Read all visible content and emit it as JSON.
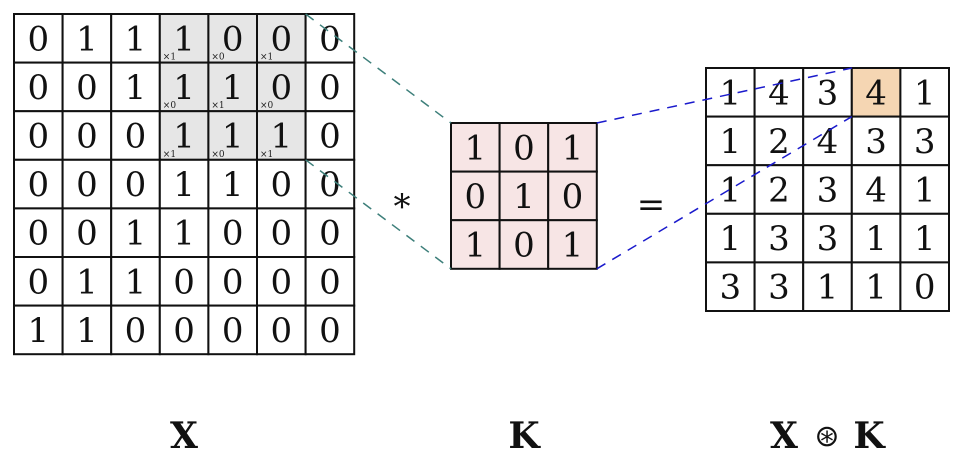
{
  "input_matrix": {
    "label": "X",
    "rows": [
      [
        0,
        1,
        1,
        1,
        0,
        0,
        0
      ],
      [
        0,
        0,
        1,
        1,
        1,
        0,
        0
      ],
      [
        0,
        0,
        0,
        1,
        1,
        1,
        0
      ],
      [
        0,
        0,
        0,
        1,
        1,
        0,
        0
      ],
      [
        0,
        0,
        1,
        1,
        0,
        0,
        0
      ],
      [
        0,
        1,
        1,
        0,
        0,
        0,
        0
      ],
      [
        1,
        1,
        0,
        0,
        0,
        0,
        0
      ]
    ],
    "highlight_window": {
      "row_start": 0,
      "col_start": 3,
      "size": 3
    },
    "window_multipliers": [
      [
        "×1",
        "×0",
        "×1"
      ],
      [
        "×0",
        "×1",
        "×0"
      ],
      [
        "×1",
        "×0",
        "×1"
      ]
    ]
  },
  "operator_convolve": "*",
  "kernel": {
    "label": "K",
    "rows": [
      [
        1,
        0,
        1
      ],
      [
        0,
        1,
        0
      ],
      [
        1,
        0,
        1
      ]
    ]
  },
  "operator_equals": "=",
  "output_matrix": {
    "label_left": "X",
    "label_op": "⊛",
    "label_right": "K",
    "rows": [
      [
        1,
        4,
        3,
        4,
        1
      ],
      [
        1,
        2,
        4,
        3,
        3
      ],
      [
        1,
        2,
        3,
        4,
        1
      ],
      [
        1,
        3,
        3,
        1,
        1
      ],
      [
        3,
        3,
        1,
        1,
        0
      ]
    ],
    "highlight_cell": {
      "row": 0,
      "col": 3
    }
  },
  "colors": {
    "window_fill": "#e6e6e6",
    "kernel_fill": "#f7e5e5",
    "output_highlight": "#f5d6b3",
    "input_connector": "#3d7f7a",
    "output_connector": "#1a1acc",
    "grid_line": "#111111"
  }
}
